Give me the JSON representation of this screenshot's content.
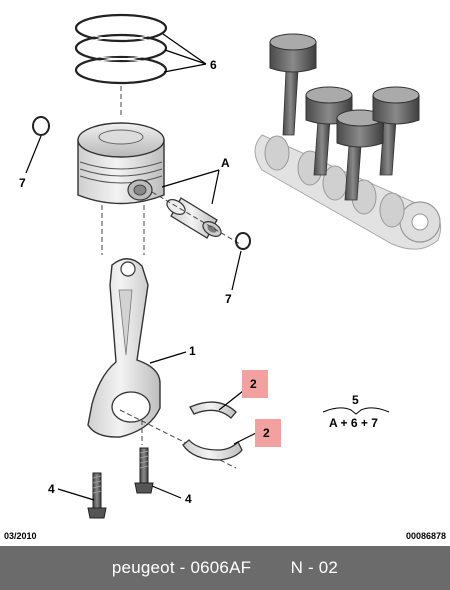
{
  "callouts": {
    "piston_rings": "6",
    "circlip_left": "7",
    "pin_group": "A",
    "circlip_right": "7",
    "connecting_rod": "1",
    "bearing_upper": "2",
    "bearing_lower": "2",
    "bolt_left": "4",
    "bolt_right": "4"
  },
  "kit": {
    "number": "5",
    "formula": "A + 6 + 7"
  },
  "footer": {
    "date": "03/2010",
    "code": "00086878",
    "brand_part": "peugeot - 0606AF",
    "page": "N - 02"
  },
  "colors": {
    "highlight": "#f2a0a0",
    "footer_bg": "#6b6b6b",
    "part_fill": "#e6e6e6",
    "part_dark": "#9a9a9a"
  },
  "icons": [
    "piston-rings-icon",
    "piston-icon",
    "piston-pin-icon",
    "circlip-icon",
    "connecting-rod-icon",
    "bearing-shell-icon",
    "bolt-icon",
    "engine-assembly-icon"
  ]
}
